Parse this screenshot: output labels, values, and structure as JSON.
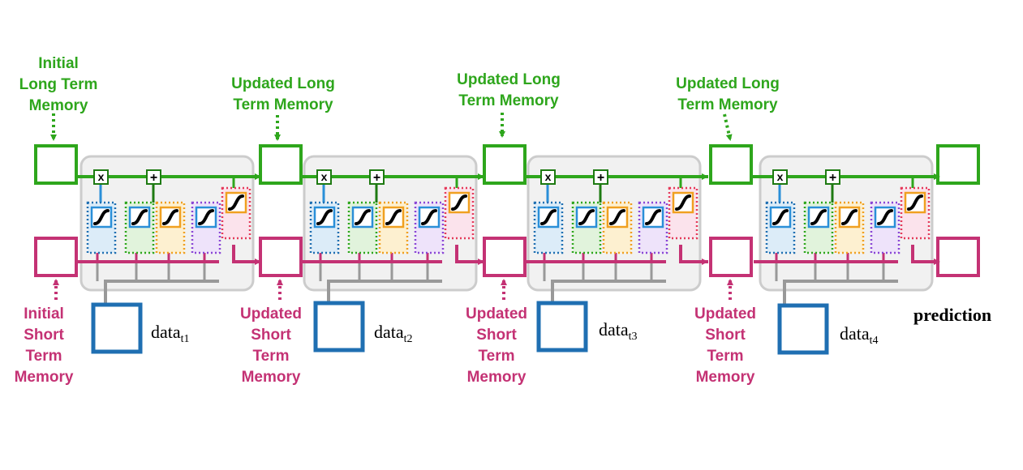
{
  "colors": {
    "long_term": "#2ea61c",
    "short_term": "#c43274",
    "input": "#1f6fb2",
    "cell_bg": "#f1f1f1",
    "cell_border": "#cccccc",
    "wire": "#999999"
  },
  "labels": {
    "initial_long": [
      "Initial",
      "Long Term",
      "Memory"
    ],
    "updated_long": [
      "Updated Long",
      "Term Memory"
    ],
    "initial_short": [
      "Initial",
      "Short",
      "Term",
      "Memory"
    ],
    "updated_short": [
      "Updated",
      "Short",
      "Term",
      "Memory"
    ],
    "prediction": "prediction"
  },
  "operators": {
    "multiply": "x",
    "add": "+"
  },
  "inputs": [
    {
      "base": "data",
      "sub": "t1"
    },
    {
      "base": "data",
      "sub": "t2"
    },
    {
      "base": "data",
      "sub": "t3"
    },
    {
      "base": "data",
      "sub": "t4"
    }
  ],
  "icons": [
    "sigmoid-icon",
    "tanh-icon"
  ]
}
